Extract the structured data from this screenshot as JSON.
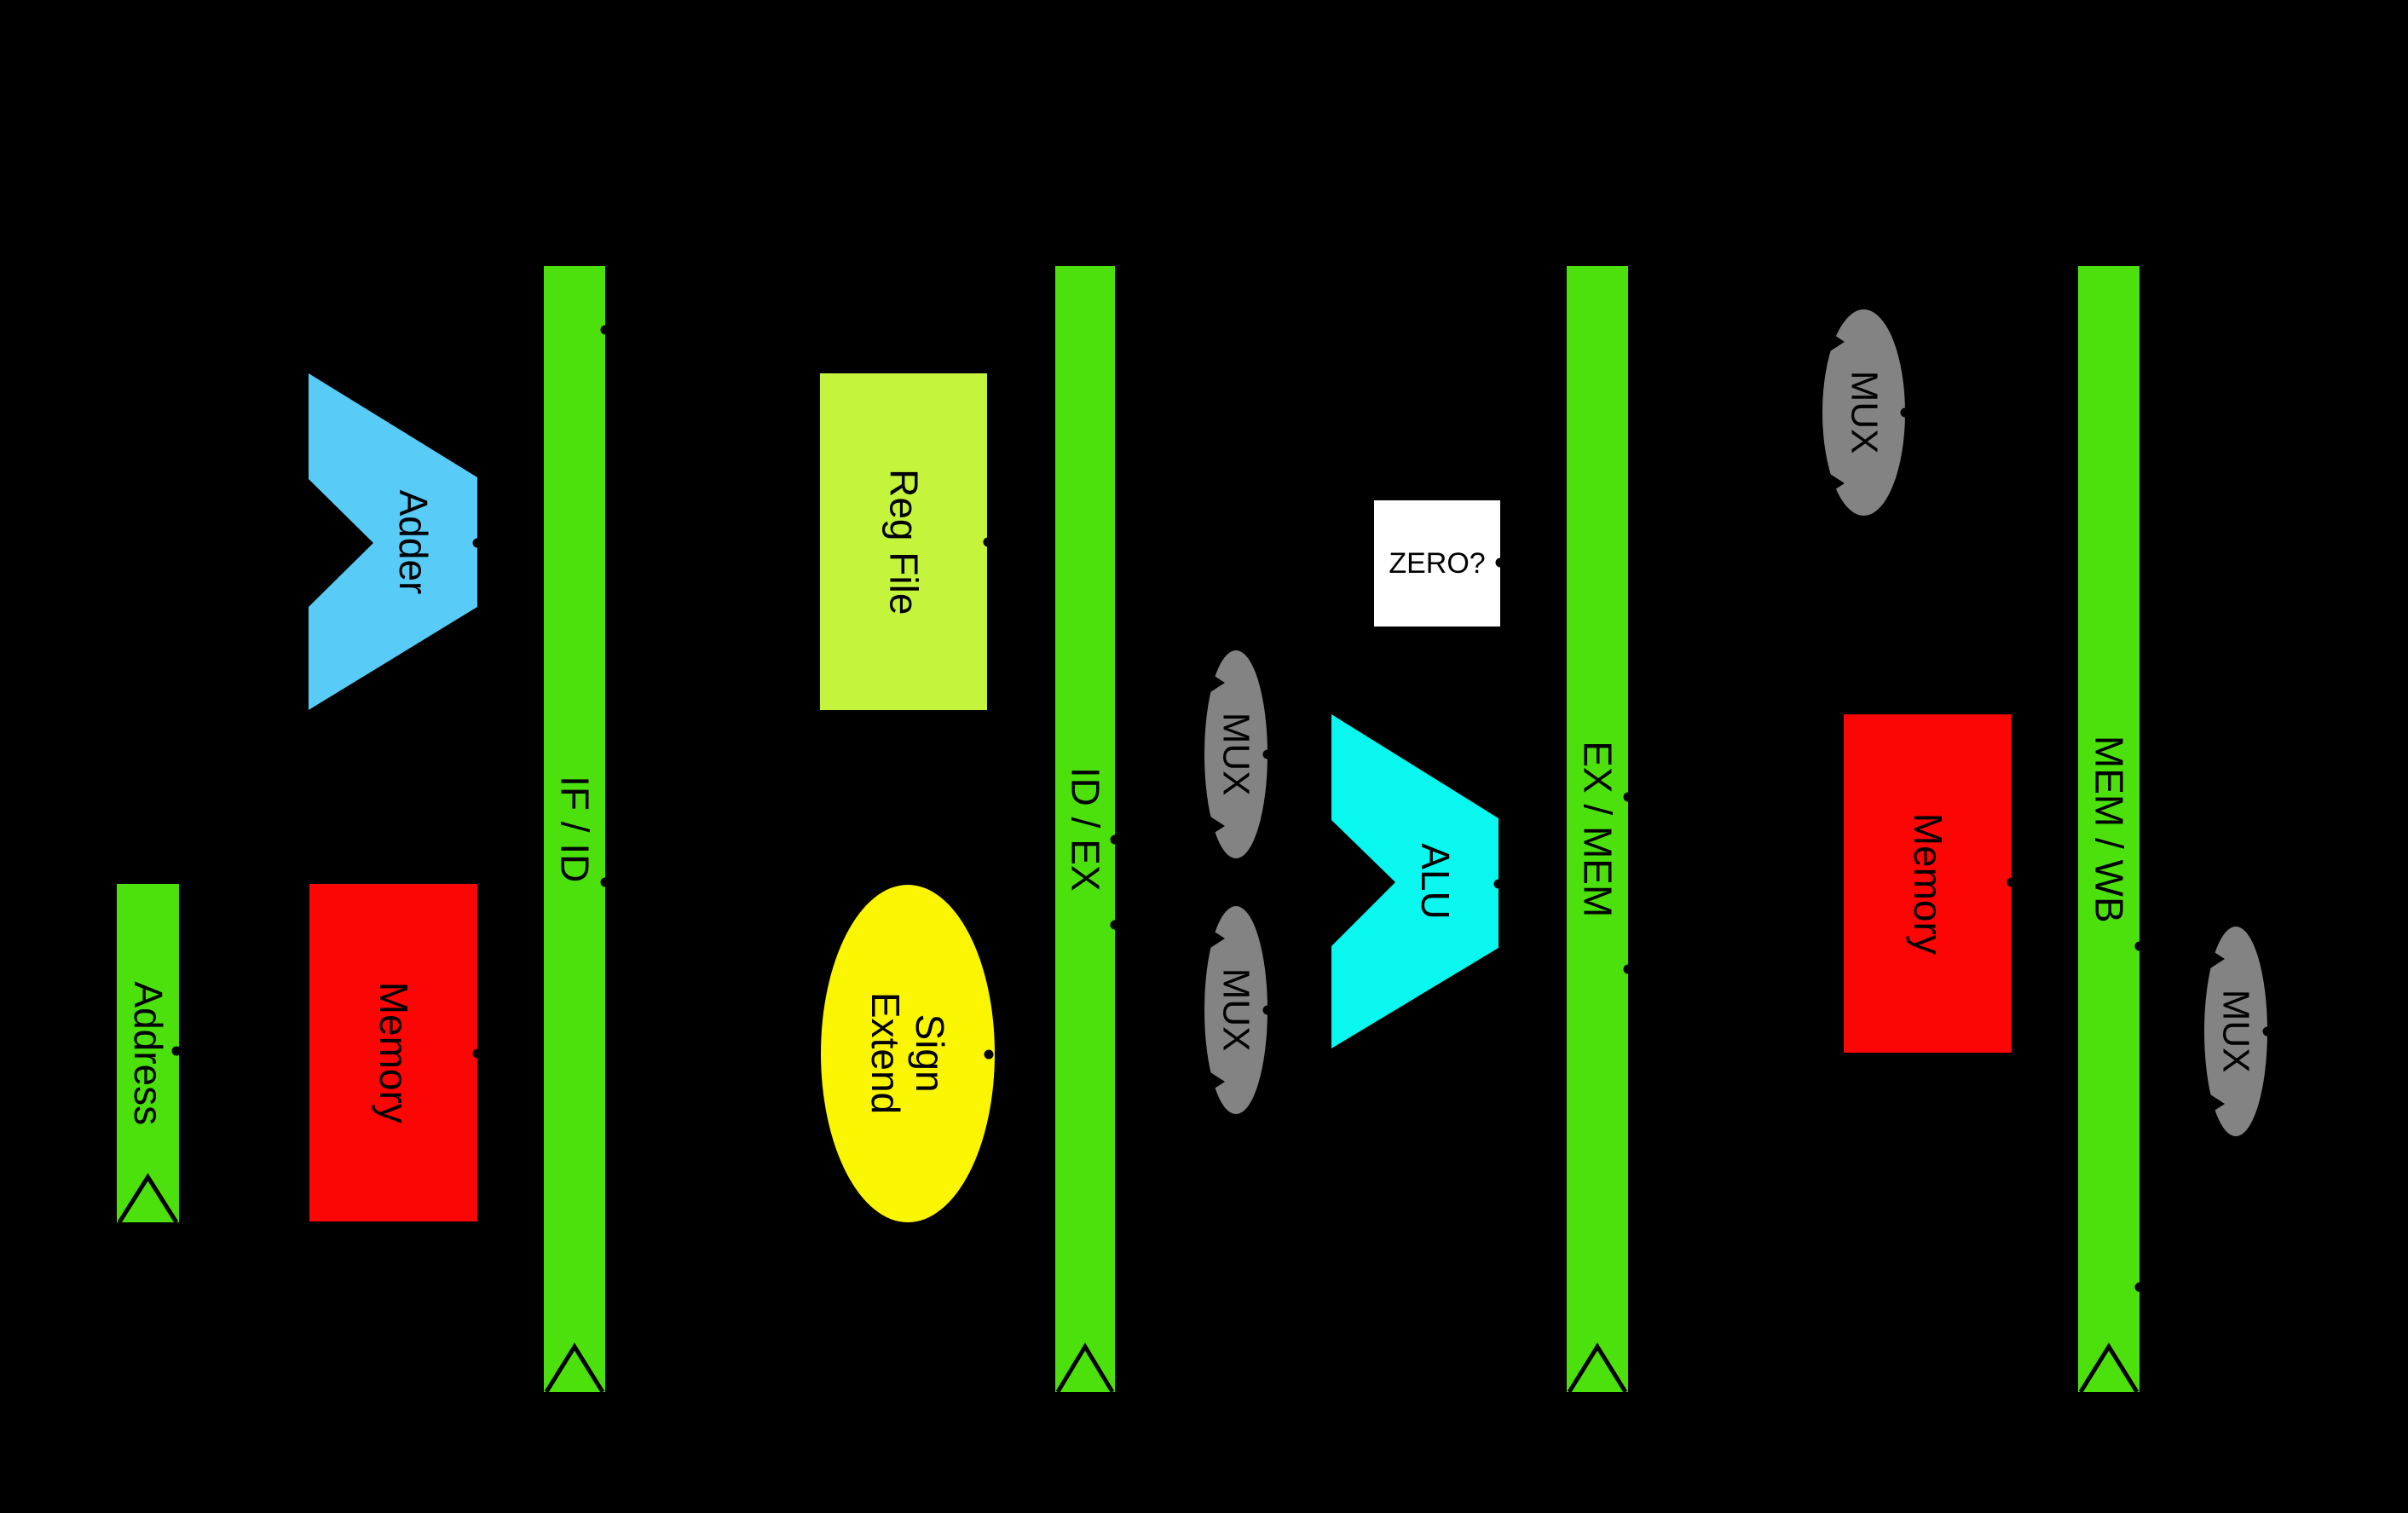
{
  "palette": {
    "background": "#000000",
    "register_green": "#4CE00D",
    "regfile_green": "#C4F43C",
    "ellipse_yellow": "#FAF501",
    "memory_red": "#FB0505",
    "adder_blue": "#58CBF7",
    "alu_cyan": "#09F7EF",
    "mux_gray": "#838383",
    "zero_white": "#FFFFFF",
    "label_black": "#000000"
  },
  "stage_registers": [
    {
      "label": "Address"
    },
    {
      "label": "IF / ID"
    },
    {
      "label": "ID / EX"
    },
    {
      "label": "EX / MEM"
    },
    {
      "label": "MEM / WB"
    }
  ],
  "blocks": {
    "instruction_memory": {
      "label": "Memory"
    },
    "reg_file": {
      "label": "Reg File"
    },
    "sign_extend": {
      "line1": "Sign",
      "line2": "Extend"
    },
    "adder": {
      "label": "Adder"
    },
    "alu": {
      "label": "ALU"
    },
    "zero_flag": {
      "label": "ZERO?"
    },
    "data_memory": {
      "label": "Memory"
    },
    "mux": {
      "label": "MUX"
    }
  }
}
